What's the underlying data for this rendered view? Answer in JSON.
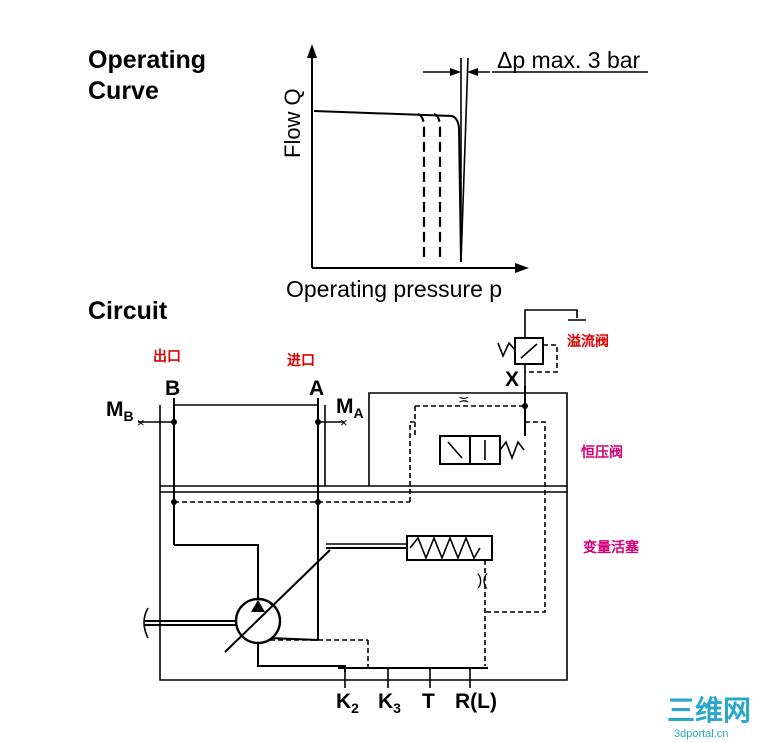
{
  "curve": {
    "title_line1": "Operating",
    "title_line2": "Curve",
    "y_label": "Flow Q",
    "x_label": "Operating pressure p",
    "delta_label": "Δp max. 3 bar"
  },
  "circuit": {
    "title": "Circuit",
    "port_b": "B",
    "port_a": "A",
    "port_x": "X",
    "mb_main": "M",
    "mb_sub": "B",
    "ma_main": "M",
    "ma_sub": "A",
    "k2_main": "K",
    "k2_sub": "2",
    "k3_main": "K",
    "k3_sub": "3",
    "port_t": "T",
    "port_r": "R(L)"
  },
  "annotations": {
    "outlet": "出口",
    "inlet": "进口",
    "relief_valve": "溢流阀",
    "constant_pressure_valve": "恒压阀",
    "variable_piston": "变量活塞"
  },
  "watermark": {
    "logo_text": "三维网",
    "site": "3dportal.cn"
  }
}
